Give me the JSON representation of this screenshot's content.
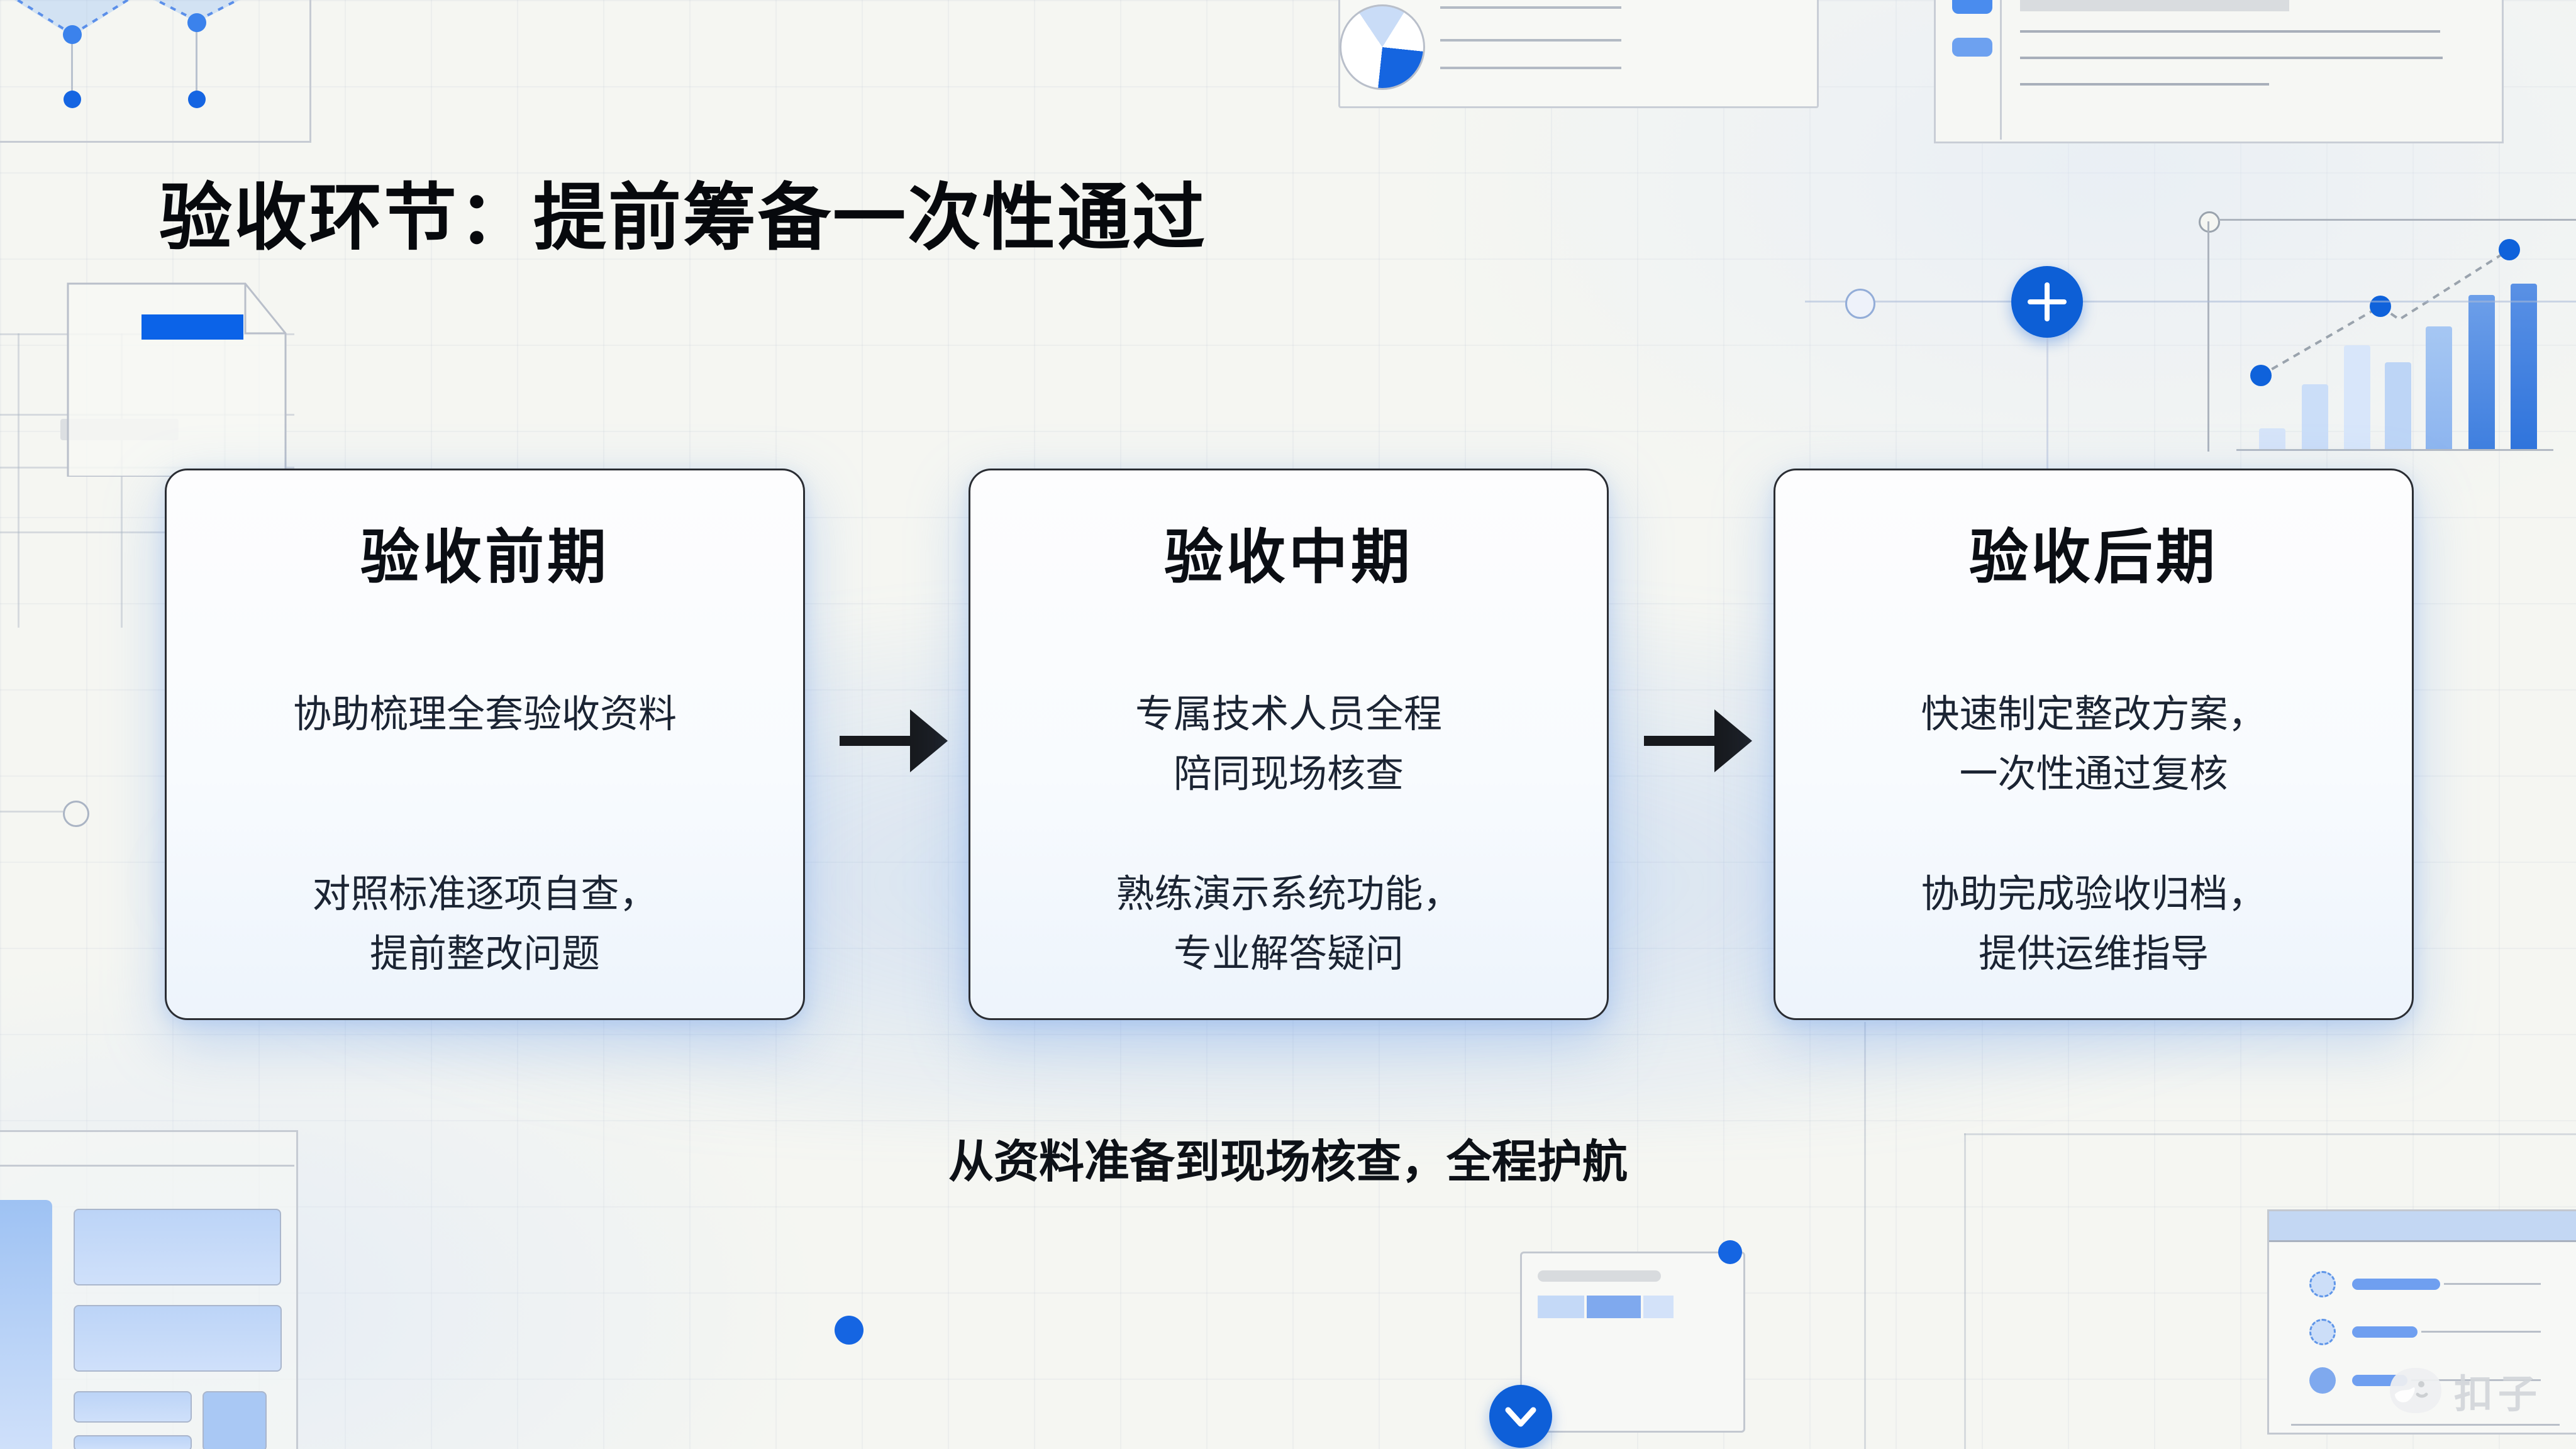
{
  "header": {
    "title": "验收环节：提前筹备一次性通过"
  },
  "steps": [
    {
      "title": "验收前期",
      "body1": "协助梳理全套验收资料",
      "body2": "对照标准逐项自查，\n提前整改问题"
    },
    {
      "title": "验收中期",
      "body1": "专属技术人员全程\n陪同现场核查",
      "body2": "熟练演示系统功能，\n专业解答疑问"
    },
    {
      "title": "验收后期",
      "body1": "快速制定整改方案，\n一次性通过复核",
      "body2": "协助完成验收归档，\n提供运维指导"
    }
  ],
  "caption": {
    "text": "从资料准备到现场核查，全程护航"
  },
  "watermark": {
    "label": "扣子"
  },
  "colors": {
    "accent": "#0b63e8",
    "button": "#0d5fd6",
    "card_border": "#2a2d33"
  }
}
